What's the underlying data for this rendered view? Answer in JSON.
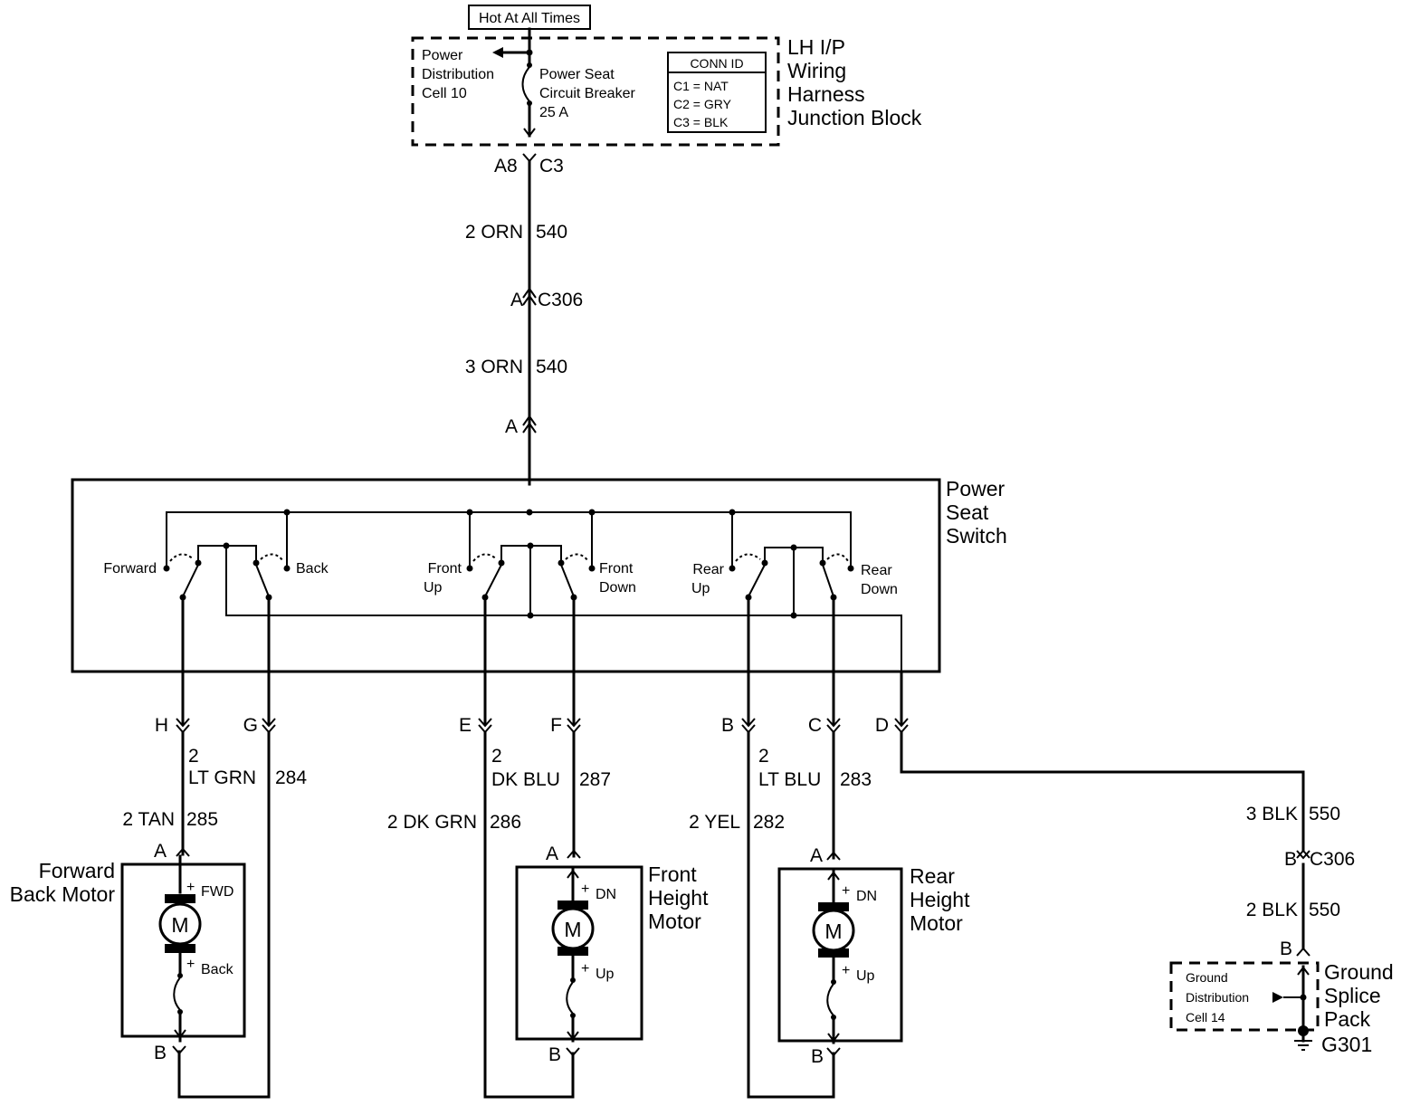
{
  "hot_label": "Hot At All Times",
  "junction_block": {
    "name_lines": [
      "LH I/P",
      "Wiring",
      "Harness",
      "Junction Block"
    ],
    "power_dist_lines": [
      "Power",
      "Distribution",
      "Cell 10"
    ],
    "breaker_lines": [
      "Power Seat",
      "Circuit Breaker",
      "25 A"
    ],
    "conn_id_title": "CONN ID",
    "conn_id_rows": [
      "C1 = NAT",
      "C2 = GRY",
      "C3 = BLK"
    ]
  },
  "feed": {
    "pin_a8": "A8",
    "conn_c3": "C3",
    "wire1_label": "2 ORN",
    "wire1_circuit": "540",
    "c306_pin": "A",
    "c306_name": "C306",
    "wire2_label": "3 ORN",
    "wire2_circuit": "540",
    "switch_pin": "A"
  },
  "switch": {
    "name_lines": [
      "Power",
      "Seat",
      "Switch"
    ],
    "forward": "Forward",
    "back": "Back",
    "front_up": [
      "Front",
      "Up"
    ],
    "front_down": [
      "Front",
      "Down"
    ],
    "rear_up": [
      "Rear",
      "Up"
    ],
    "rear_down": [
      "Rear",
      "Down"
    ]
  },
  "pins": {
    "h": "H",
    "g": "G",
    "e": "E",
    "f": "F",
    "b": "B",
    "c": "C",
    "d": "D"
  },
  "wires": {
    "fb_gauge": "2",
    "fb_color": "LT GRN",
    "fb_circuit": "284",
    "fb_tan": "2 TAN",
    "fb_tan_circuit": "285",
    "fh_gauge": "2",
    "fh_color": "DK BLU",
    "fh_circuit": "287",
    "fh_green": "2 DK GRN",
    "fh_green_circuit": "286",
    "rh_gauge": "2",
    "rh_color": "LT BLU",
    "rh_circuit": "283",
    "rh_yel": "2 YEL",
    "rh_yel_circuit": "282"
  },
  "motors": {
    "forward_back": {
      "name_lines": [
        "Forward",
        "Back Motor"
      ],
      "plus_top": "FWD",
      "plus_bottom": "Back",
      "pin_a": "A",
      "pin_b": "B",
      "symbol": "M"
    },
    "front_height": {
      "name_lines": [
        "Front",
        "Height",
        "Motor"
      ],
      "plus_top": "DN",
      "plus_bottom": "Up",
      "pin_a": "A",
      "pin_b": "B",
      "symbol": "M"
    },
    "rear_height": {
      "name_lines": [
        "Rear",
        "Height",
        "Motor"
      ],
      "plus_top": "DN",
      "plus_bottom": "Up",
      "pin_a": "A",
      "pin_b": "B",
      "symbol": "M"
    }
  },
  "ground": {
    "wire1_label": "3 BLK",
    "wire1_circuit": "550",
    "c306_pin": "B",
    "c306_name": "C306",
    "wire2_label": "2 BLK",
    "wire2_circuit": "550",
    "splice_pin": "B",
    "dist_lines": [
      "Ground",
      "Distribution",
      "Cell 14"
    ],
    "pack_lines": [
      "Ground",
      "Splice",
      "Pack"
    ],
    "ground_id": "G301"
  }
}
